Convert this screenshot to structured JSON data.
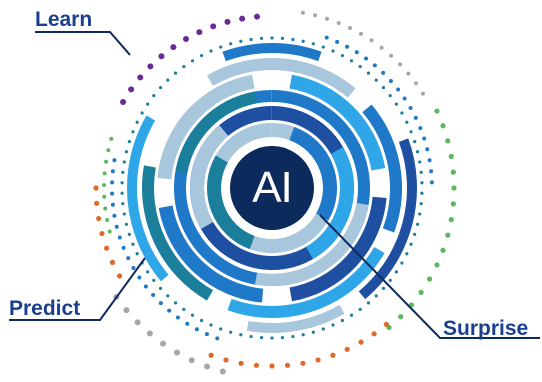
{
  "center": {
    "text": "AI"
  },
  "labels": {
    "learn": "Learn",
    "predict": "Predict",
    "surprise": "Surprise"
  },
  "colors": {
    "navy": "#1b3f8f",
    "darkBlue": "#1e4fa1",
    "blue": "#1f78c8",
    "lightBlue": "#2fa6e8",
    "teal": "#1b7f9c",
    "pale": "#a8c6dc",
    "purple": "#6a2a95",
    "green": "#5cb85c",
    "orange": "#e0692a",
    "gray": "#a6a6a6",
    "line": "#0d2a5c"
  }
}
